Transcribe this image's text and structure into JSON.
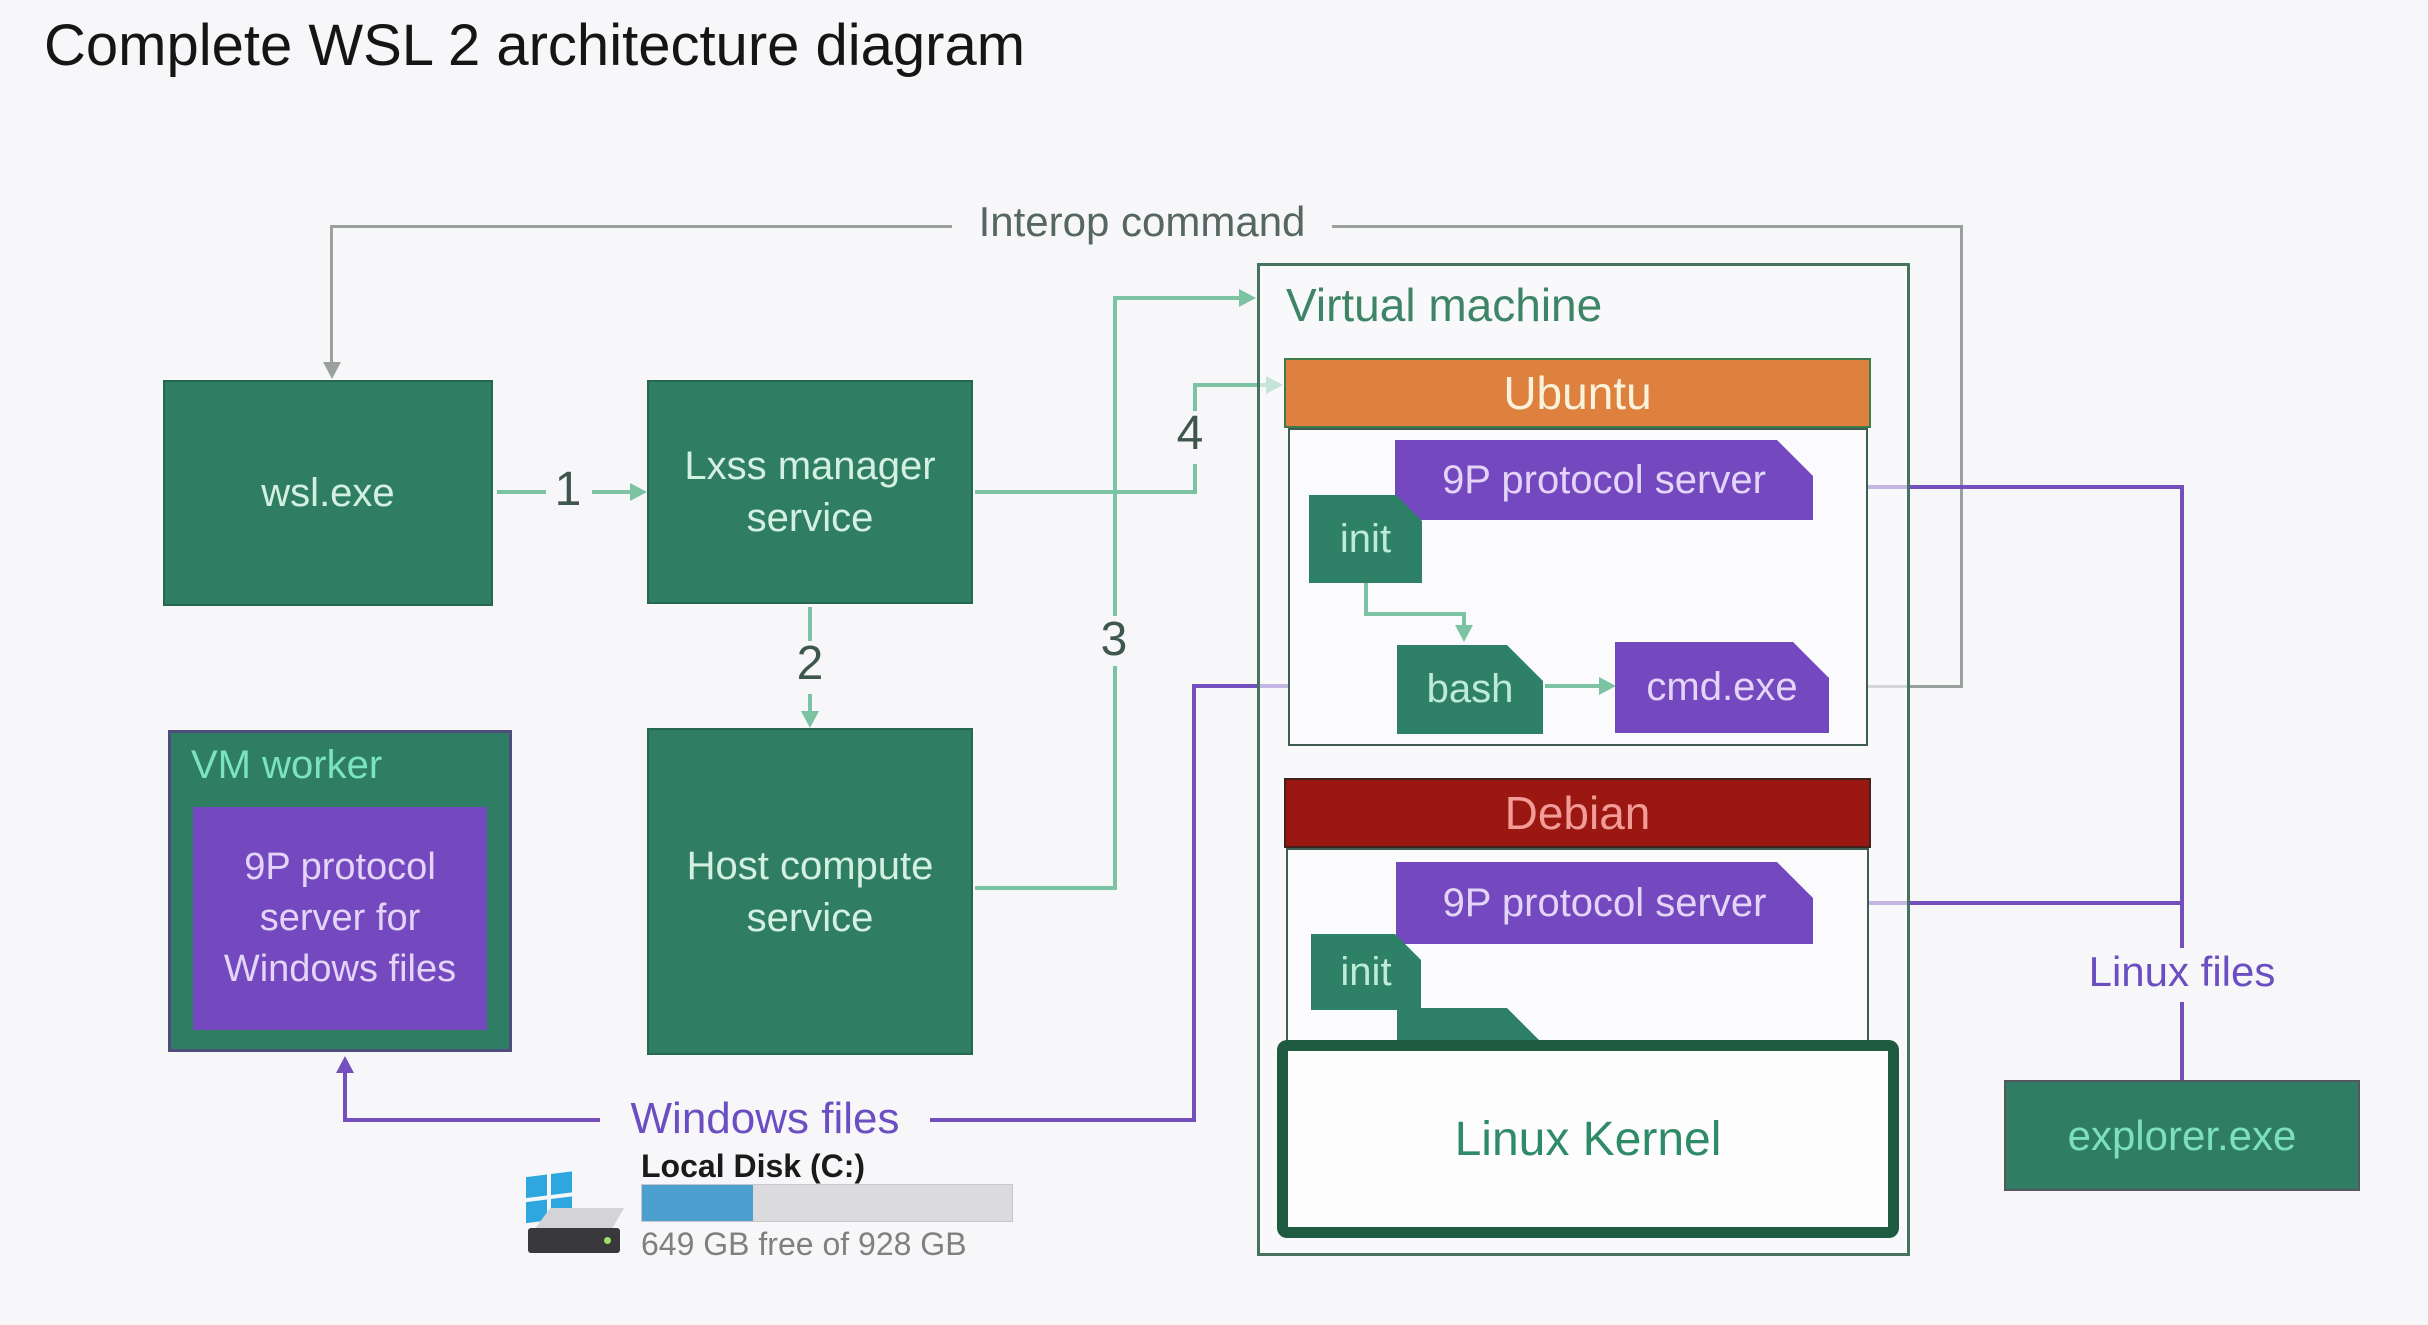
{
  "title": "Complete WSL 2 architecture diagram",
  "flow_labels": {
    "interop": "Interop command",
    "windows_files": "Windows files",
    "linux_files": "Linux files"
  },
  "steps": [
    "1",
    "2",
    "3",
    "4"
  ],
  "nodes": {
    "wsl": "wsl.exe",
    "lxss": [
      "Lxss manager",
      "service"
    ],
    "vm_worker": {
      "title": "VM worker",
      "inner": [
        "9P protocol",
        "server for",
        "Windows files"
      ]
    },
    "host": [
      "Host compute",
      "service"
    ],
    "virtual_machine": "Virtual machine",
    "ubuntu": {
      "header": "Ubuntu",
      "p9": "9P protocol server",
      "init": "init",
      "bash": "bash",
      "cmd": "cmd.exe"
    },
    "debian": {
      "header": "Debian",
      "p9": "9P protocol server",
      "init": "init"
    },
    "kernel": "Linux Kernel",
    "explorer": "explorer.exe"
  },
  "disk": {
    "label": "Local Disk (C:)",
    "free_text": "649 GB free of 928 GB",
    "fill_percent": 30
  },
  "colors": {
    "background": "#f7f7f9",
    "node_green": "#2f7e63",
    "node_purple": "#7448be",
    "ubuntu_orange": "#de813e",
    "debian_red": "#9a1712",
    "teal_connector": "#7cc3a3",
    "gray_connector": "#9aa09e",
    "purple_connector": "#7450be",
    "kernel_border": "#1f5b41",
    "step_text": "#3e564e",
    "vm_label_text": "#3e8466",
    "files_label_purple": "#6b4ec2",
    "disk_bar_fill": "#4d9fd0"
  }
}
